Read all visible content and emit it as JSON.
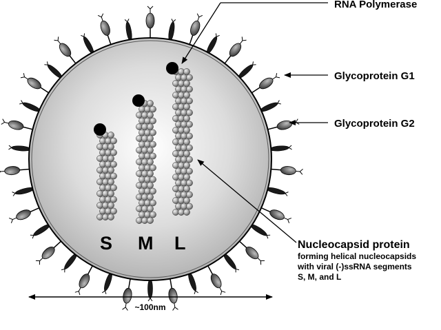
{
  "labels": {
    "rna_polymerase": "RNA Polymerase",
    "glycoprotein_g1": "Glycoprotein G1",
    "glycoprotein_g2": "Glycoprotein G2",
    "nucleocapsid_title": "Nucleocapsid protein",
    "nucleocapsid_line1": "forming helical nucleocapsids",
    "nucleocapsid_line2": "with viral (-)ssRNA segments",
    "nucleocapsid_line3": "S, M, and L",
    "scale": "~100nm"
  },
  "segments": [
    {
      "name": "S",
      "label": "S"
    },
    {
      "name": "M",
      "label": "M"
    },
    {
      "name": "L",
      "label": "L"
    }
  ],
  "colors": {
    "virion_fill_center": "#ffffff",
    "virion_fill_edge": "#b4b4b4",
    "bead": "#9a9a9a",
    "polymerase": "#000000",
    "glycoprotein_g1": "#6e6e6e",
    "glycoprotein_g2": "#1a1a1a"
  }
}
